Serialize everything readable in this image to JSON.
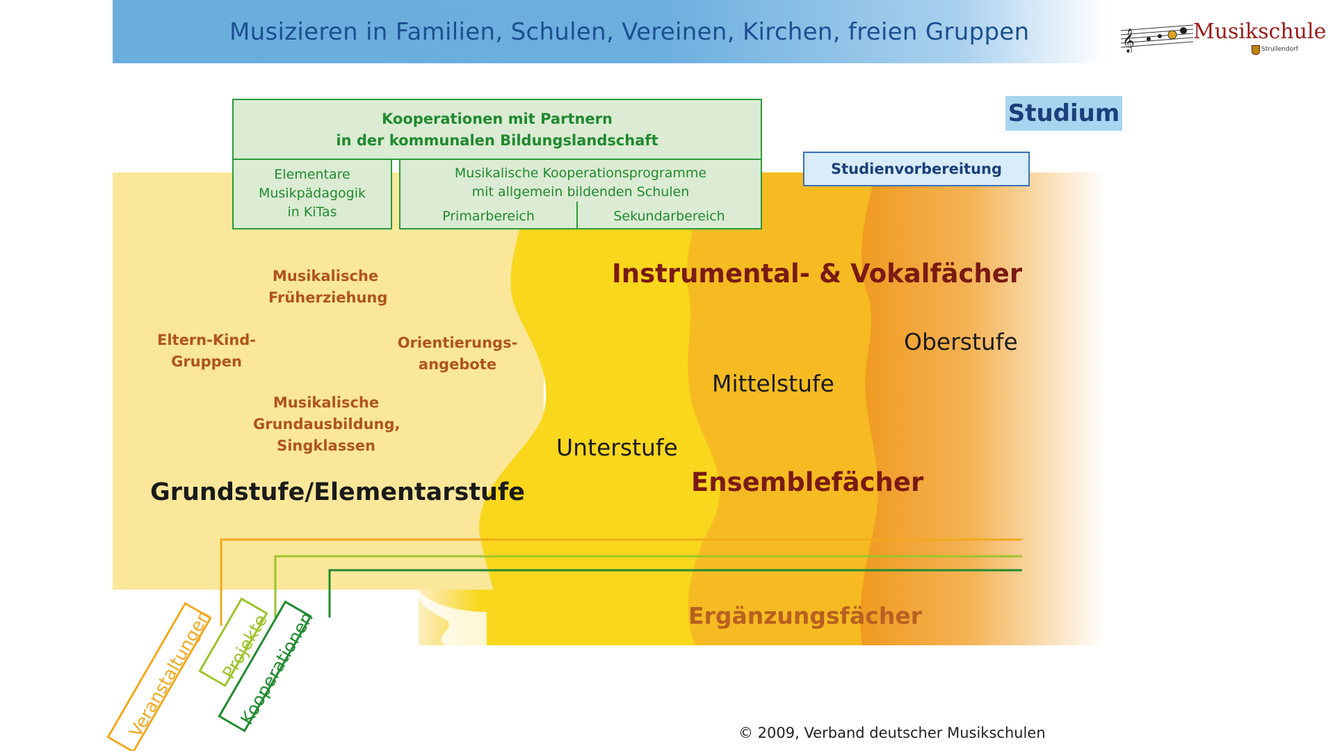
{
  "header": {
    "title": "Musizieren in Familien, Schulen, Vereinen, Kirchen, freien Gruppen"
  },
  "logo": {
    "name": "Musikschule",
    "place": "Strullendorf"
  },
  "cooperation": {
    "main_line1": "Kooperationen mit Partnern",
    "main_line2": "in der kommunalen Bildungslandschaft",
    "kita_line1": "Elementare",
    "kita_line2": "Musikpädagogik",
    "kita_line3": "in KiTas",
    "schools_line1": "Musikalische Kooperationsprogramme",
    "schools_line2": "mit allgemein bildenden Schulen",
    "primary": "Primarbereich",
    "secondary": "Sekundarbereich"
  },
  "higher": {
    "studium": "Studium",
    "studienvorbereitung": "Studienvorbereitung"
  },
  "elementary": {
    "frueherziehung_1": "Musikalische",
    "frueherziehung_2": "Früherziehung",
    "eltern_1": "Eltern-Kind-",
    "eltern_2": "Gruppen",
    "orientierung_1": "Orientierungs-",
    "orientierung_2": "angebote",
    "grundausbildung_1": "Musikalische",
    "grundausbildung_2": "Grundausbildung,",
    "grundausbildung_3": "Singklassen",
    "stage_name": "Grundstufe/Elementarstufe"
  },
  "levels": {
    "unterstufe": "Unterstufe",
    "mittelstufe": "Mittelstufe",
    "oberstufe": "Oberstufe"
  },
  "subjects": {
    "instrumental": "Instrumental- & Vokalfächer",
    "ensemble": "Ensemblefächer",
    "ergaenzung": "Ergänzungsfächer"
  },
  "tags": {
    "veranstaltungen": "Veranstaltungen",
    "projekte": "Projekte",
    "kooperationen": "Kooperationen"
  },
  "colors": {
    "header_blue": "#6aaede",
    "light_yellow": "#fbe7a0",
    "yellow": "#f9d71c",
    "orange": "#f5b81e",
    "deep_orange": "#f09a20",
    "green": "#2a9a3a",
    "line_orange": "#f2a81d",
    "line_lightgreen": "#9cc42a",
    "line_darkgreen": "#1f8a2e"
  },
  "footer": {
    "copyright": "© 2009, Verband deutscher Musikschulen"
  }
}
